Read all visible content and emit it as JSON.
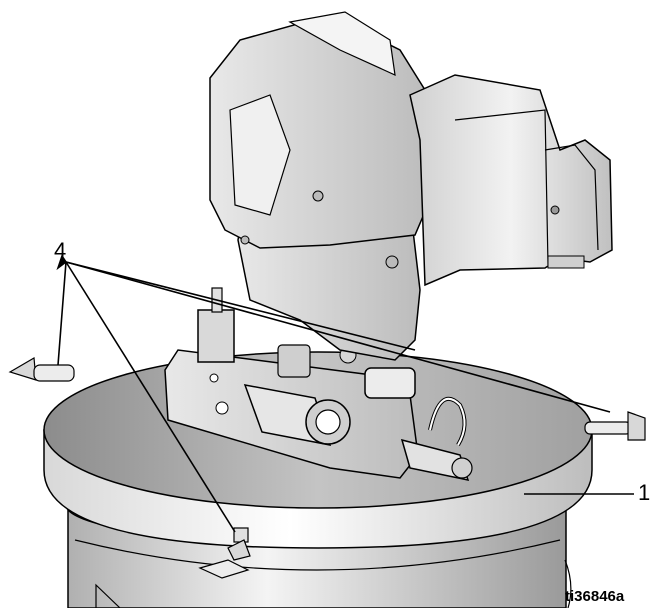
{
  "callouts": {
    "wing_screws": "4",
    "cover": "1"
  },
  "figure_id": "ti36846a"
}
